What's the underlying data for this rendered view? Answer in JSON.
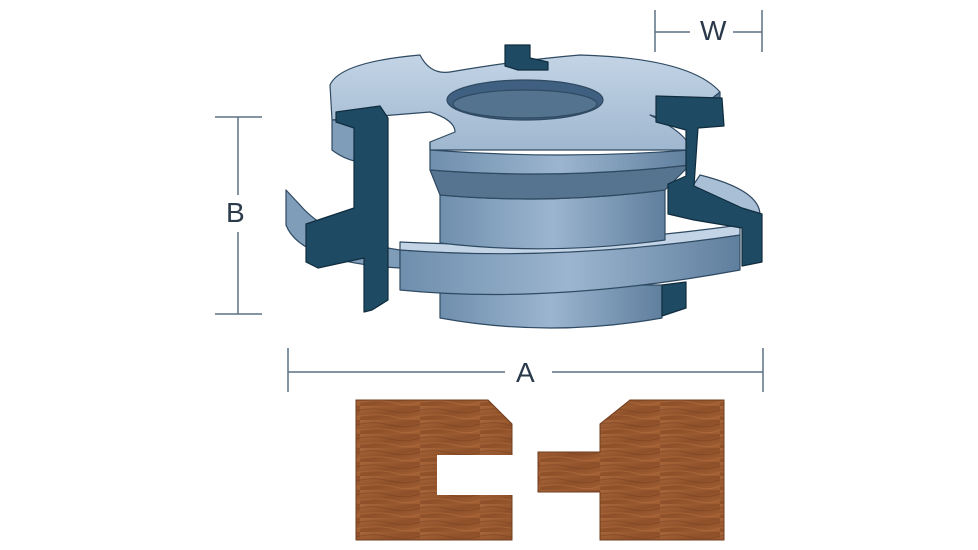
{
  "dimensions": {
    "width_label": "W",
    "height_label": "B",
    "diameter_label": "A"
  },
  "colors": {
    "cutter_light": "#a9bfd6",
    "cutter_mid": "#7f9cb9",
    "cutter_dark": "#56738f",
    "carbide": "#1f4a63",
    "dimension_line": "#5c7184",
    "wood": "#9a5a30",
    "wood_dark": "#6f3d1d"
  }
}
